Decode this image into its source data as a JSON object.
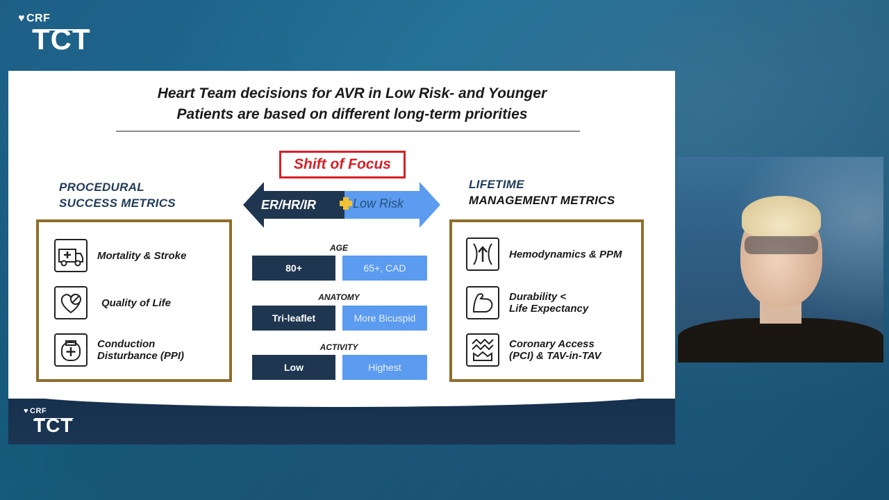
{
  "logo": {
    "org": "CRF",
    "event": "TCT"
  },
  "slide": {
    "title_line1": "Heart Team decisions for AVR in Low Risk- and Younger",
    "title_line2": "Patients are based on different long-term priorities",
    "shift_label": "Shift of Focus",
    "left_heading": {
      "line1": "PROCEDURAL",
      "line2": "SUCCESS METRICS"
    },
    "right_heading": {
      "line1": "LIFETIME",
      "line2": "MANAGEMENT METRICS"
    },
    "arrow_left_label": "ER/HR/IR",
    "arrow_right_label": "Low Risk",
    "left_metrics": [
      {
        "icon": "ambulance-icon",
        "label": "Mortality & Stroke"
      },
      {
        "icon": "heart-pulse-icon",
        "label": "Quality of Life"
      },
      {
        "icon": "pacemaker-icon",
        "label": "Conduction\nDisturbance (PPI)"
      }
    ],
    "right_metrics": [
      {
        "icon": "valve-flow-icon",
        "label": "Hemodynamics & PPM"
      },
      {
        "icon": "muscle-arm-icon",
        "label": "Durability <\nLife Expectancy"
      },
      {
        "icon": "coronary-access-icon",
        "label": "Coronary Access\n(PCI) & TAV-in-TAV"
      }
    ],
    "comparisons": [
      {
        "category": "AGE",
        "left": "80+",
        "right": "65+, CAD"
      },
      {
        "category": "ANATOMY",
        "left": "Tri-leaflet",
        "right": "More Bicuspid"
      },
      {
        "category": "ACTIVITY",
        "left": "Low",
        "right": "Highest"
      }
    ]
  },
  "colors": {
    "accent_red": "#d81f26",
    "panel_border": "#8d6e2b",
    "dark_navy": "#1f3650",
    "light_blue": "#5b9bf0",
    "plus_yellow": "#f2c232"
  }
}
